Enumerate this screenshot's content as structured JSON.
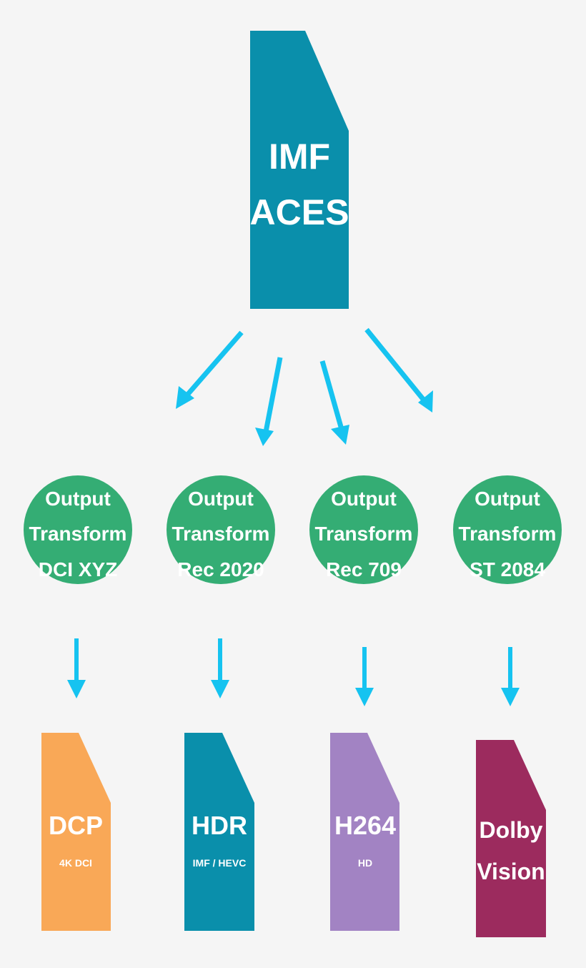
{
  "colors": {
    "background": "#f5f5f5",
    "source_doc": "#0a8fab",
    "transform_circle": "#34ad74",
    "arrow": "#16c3f0",
    "text": "#ffffff",
    "dcp_doc": "#f9a857",
    "hdr_doc": "#0a8fab",
    "h264_doc": "#a283c3",
    "dolby_doc": "#9c2b5e"
  },
  "source": {
    "icon": "document-icon",
    "line1": "IMF",
    "line2": "ACES"
  },
  "transforms": [
    {
      "line1": "Output",
      "line2": "Transform",
      "line3": "DCI XYZ"
    },
    {
      "line1": "Output",
      "line2": "Transform",
      "line3": "Rec 2020"
    },
    {
      "line1": "Output",
      "line2": "Transform",
      "line3": "Rec 709"
    },
    {
      "line1": "Output",
      "line2": "Transform",
      "line3": "ST 2084"
    }
  ],
  "outputs": [
    {
      "title": "DCP",
      "subtitle": "4K DCI"
    },
    {
      "title": "HDR",
      "subtitle": "IMF / HEVC"
    },
    {
      "title": "H264",
      "subtitle": "HD"
    },
    {
      "title_line1": "Dolby",
      "title_line2": "Vision"
    }
  ]
}
